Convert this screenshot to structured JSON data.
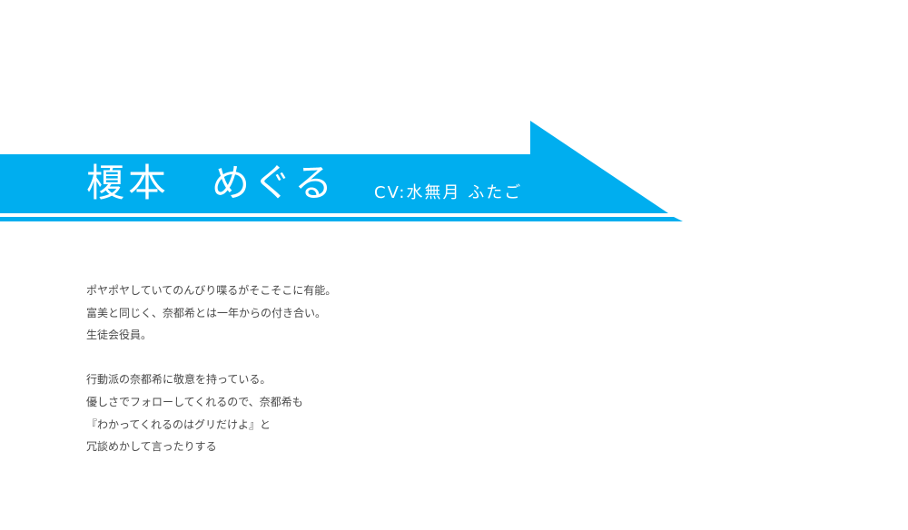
{
  "character": {
    "name": "榎本　めぐる",
    "cv_label": "CV:水無月 ふたご"
  },
  "description": {
    "paragraphs": [
      [
        "ポヤポヤしていてのんびり喋るがそこそこに有能。",
        "富美と同じく、奈都希とは一年からの付き合い。",
        "生徒会役員。"
      ],
      [
        "行動派の奈都希に敬意を持っている。",
        "優しさでフォローしてくれるので、奈都希も",
        "『わかってくれるのはグリだけよ』と",
        "冗談めかして言ったりする"
      ]
    ]
  },
  "colors": {
    "accent": "#00aeef",
    "text": "#4a4a4a",
    "background": "#ffffff"
  }
}
